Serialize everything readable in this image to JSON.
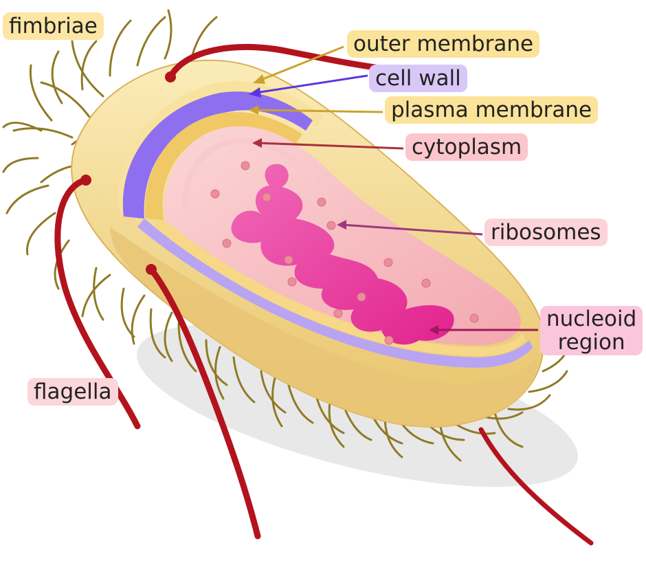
{
  "labels": {
    "fimbriae": "fimbriae",
    "outer_membrane": "outer membrane",
    "cell_wall": "cell wall",
    "plasma_membrane": "plasma membrane",
    "cytoplasm": "cytoplasm",
    "ribosomes": "ribosomes",
    "nucleoid_line1": "nucleoid",
    "nucleoid_line2": "region",
    "flagella": "flagella"
  },
  "colors": {
    "outer_membrane": "#f4dc8c",
    "cell_wall": "#8e6ff0",
    "plasma_membrane": "#f1c866",
    "cytoplasm": "#f6b8bc",
    "nucleoid": "#f03ca0",
    "ribosome": "#e98e9a",
    "fimbriae": "#8f7a25",
    "flagella": "#b3131d"
  }
}
